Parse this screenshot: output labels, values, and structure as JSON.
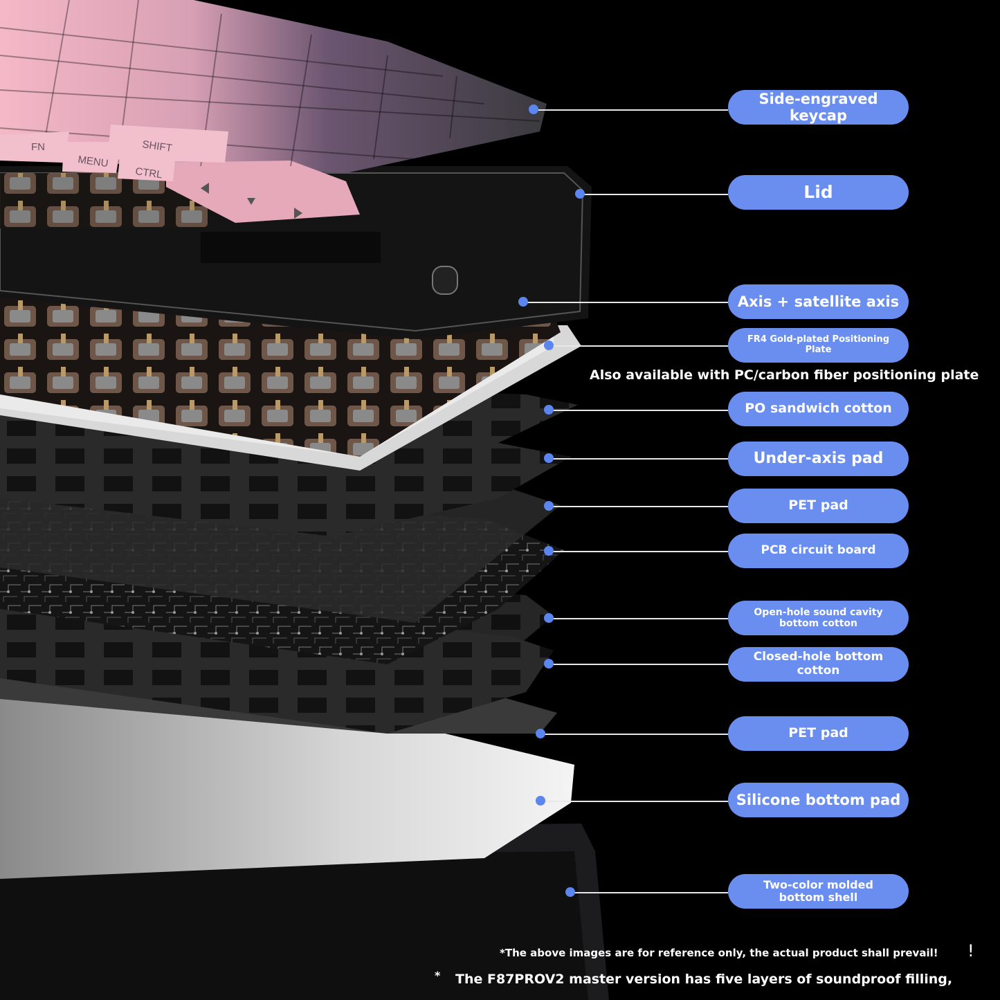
{
  "labels": [
    {
      "id": "keycap",
      "lines": [
        "Side-engraved keycap"
      ]
    },
    {
      "id": "lid",
      "lines": [
        "Lid"
      ]
    },
    {
      "id": "axis",
      "lines": [
        "Axis + satellite axis"
      ]
    },
    {
      "id": "plate",
      "lines": [
        "FR4 Gold-plated Positioning Plate"
      ]
    },
    {
      "id": "po-cotton",
      "lines": [
        "PO sandwich cotton"
      ]
    },
    {
      "id": "under-axis",
      "lines": [
        "Under-axis pad"
      ]
    },
    {
      "id": "pet-1",
      "lines": [
        "PET pad"
      ]
    },
    {
      "id": "pcb",
      "lines": [
        "PCB circuit board"
      ]
    },
    {
      "id": "open-hole",
      "lines": [
        "Open-hole sound cavity",
        "bottom cotton"
      ]
    },
    {
      "id": "closed-hole",
      "lines": [
        "Closed-hole bottom",
        "cotton"
      ]
    },
    {
      "id": "pet-2",
      "lines": [
        "PET pad"
      ]
    },
    {
      "id": "silicone",
      "lines": [
        "Silicone bottom pad"
      ]
    },
    {
      "id": "shell",
      "lines": [
        "Two-color molded",
        "bottom shell"
      ]
    }
  ],
  "plate_note": "Also available with PC/carbon fiber positioning plate",
  "disclaimer": "*The above images are for reference only, the actual product shall prevail!",
  "disclaimer_mark": "!",
  "bottom_star": "*",
  "bottom_note": "The F87PROV2 master version has five layers of soundproof filling,",
  "keycap_legends": [
    "FN",
    "MENU",
    "CTRL",
    "SHIFT"
  ],
  "colors": {
    "pill": "#6a8ef0",
    "dot": "#5b86f0",
    "leader": "#e8e8e8",
    "background": "#000000"
  }
}
